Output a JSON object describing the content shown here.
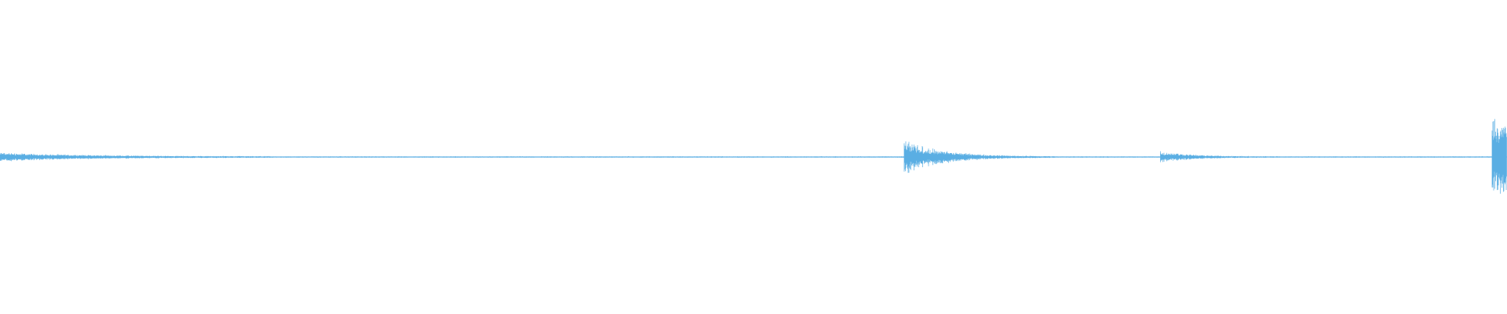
{
  "waveform": {
    "color": "#5aaee3",
    "duration": 1,
    "events": [
      {
        "start": 0.0,
        "peak": 0.025,
        "decay": 0.06,
        "envelope": "sustain"
      },
      {
        "start": 0.6,
        "peak": 0.105,
        "decay": 0.025,
        "envelope": "burst"
      },
      {
        "start": 0.77,
        "peak": 0.035,
        "decay": 0.02,
        "envelope": "burst"
      },
      {
        "start": 0.99,
        "peak": 0.24,
        "decay": 0.01,
        "envelope": "rise"
      }
    ],
    "noise_floor": 0.004
  }
}
